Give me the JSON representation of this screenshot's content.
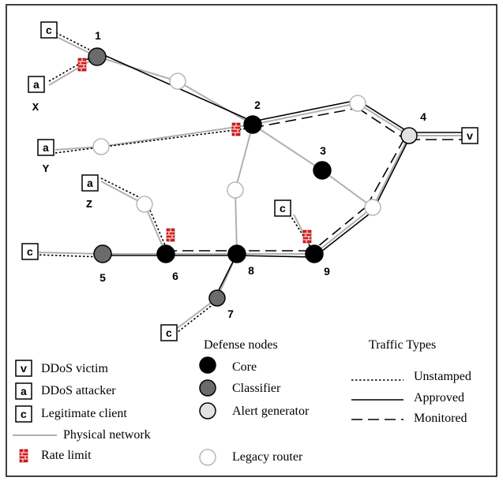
{
  "node_labels": {
    "n1": "1",
    "n2": "2",
    "n3": "3",
    "n4": "4",
    "n5": "5",
    "n6": "6",
    "n7": "7",
    "n8": "8",
    "n9": "9"
  },
  "host_names": {
    "x": "X",
    "y": "Y",
    "z": "Z"
  },
  "box_letters": {
    "victim": "v",
    "attacker": "a",
    "client": "c"
  },
  "legend": {
    "hosts": {
      "victim": "DDoS victim",
      "attacker": "DDoS attacker",
      "client": "Legitimate client",
      "physical": "Physical network",
      "rate_limit": "Rate limit"
    },
    "defense": {
      "title": "Defense nodes",
      "core": "Core",
      "classifier": "Classifier",
      "alert": "Alert generator",
      "legacy": "Legacy router"
    },
    "traffic": {
      "title": "Traffic Types",
      "unstamped": "Unstamped",
      "approved": "Approved",
      "monitored": "Monitored"
    }
  },
  "colors": {
    "core": "#000000",
    "classifier": "#6b6b6b",
    "alert": "#e2e2e2",
    "legacy": "#ffffff",
    "physical": "#b0b0b0",
    "rate_limit": "#d81e1e"
  }
}
